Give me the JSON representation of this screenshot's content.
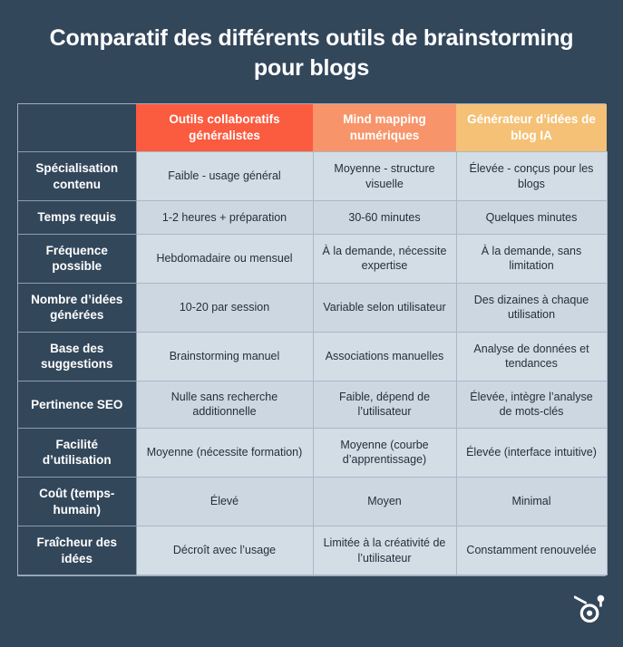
{
  "title": "Comparatif des différents outils de brainstorming pour blogs",
  "colors": {
    "background": "#33475b",
    "header_col1": "#fb5b3f",
    "header_col2": "#f8946a",
    "header_col3": "#f4c176",
    "cell_background": "#d3dde6",
    "cell_text": "#22303c",
    "title_text": "#ffffff"
  },
  "table": {
    "corner_label": "",
    "columns": [
      {
        "label": "Outils collaboratifs généralistes"
      },
      {
        "label": "Mind mapping numériques"
      },
      {
        "label": "Générateur d’idées de blog IA"
      }
    ],
    "rows": [
      {
        "label": "Spécialisation contenu",
        "cells": [
          "Faible - usage général",
          "Moyenne - structure visuelle",
          "Élevée - conçus pour les blogs"
        ]
      },
      {
        "label": "Temps requis",
        "cells": [
          "1-2 heures + préparation",
          "30-60 minutes",
          "Quelques minutes"
        ]
      },
      {
        "label": "Fréquence possible",
        "cells": [
          "Hebdomadaire ou mensuel",
          "À la demande, nécessite expertise",
          "À la demande, sans limitation"
        ]
      },
      {
        "label": "Nombre d’idées générées",
        "cells": [
          "10-20 par session",
          "Variable selon utilisateur",
          "Des dizaines à chaque utilisation"
        ]
      },
      {
        "label": "Base des suggestions",
        "cells": [
          "Brainstorming manuel",
          "Associations manuelles",
          "Analyse de données et tendances"
        ]
      },
      {
        "label": "Pertinence SEO",
        "cells": [
          "Nulle sans recherche additionnelle",
          "Faible, dépend de l’utilisateur",
          "Élevée, intègre l’analyse de mots-clés"
        ]
      },
      {
        "label": "Facilité d’utilisation",
        "cells": [
          "Moyenne (nécessite formation)",
          "Moyenne (courbe d’apprentissage)",
          "Élevée (interface intuitive)"
        ]
      },
      {
        "label": "Coût (temps-humain)",
        "cells": [
          "Élevé",
          "Moyen",
          "Minimal"
        ]
      },
      {
        "label": "Fraîcheur des idées",
        "cells": [
          "Décroît avec l’usage",
          "Limitée à la créativité de l’utilisateur",
          "Constamment renouvelée"
        ]
      }
    ]
  },
  "branding": {
    "logo_name": "hubspot-sprocket-logo"
  }
}
